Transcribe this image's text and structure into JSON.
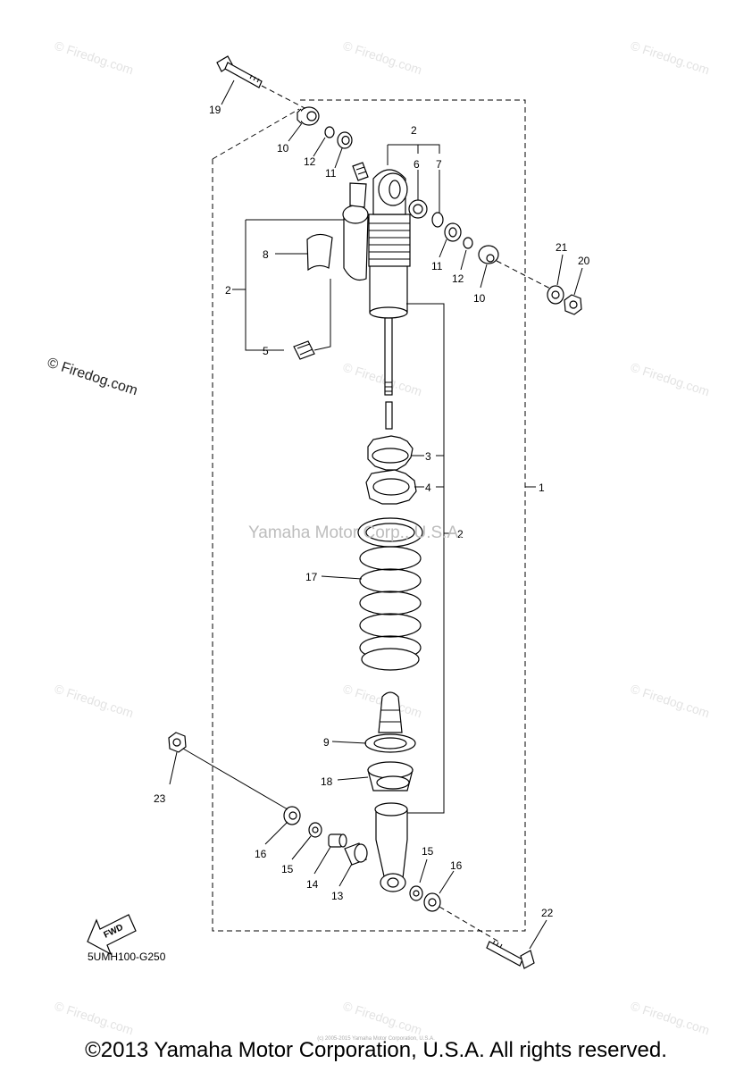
{
  "diagram": {
    "code": "5UMH100-G250",
    "fwd_label": "FWD",
    "center_watermark": "Yamaha Motor Corp., U.S.A.",
    "site_watermark": "© Firedog.com",
    "footer": "©2013 Yamaha Motor Corporation, U.S.A. All rights reserved.",
    "tiny_credit": "(c) 2005-2015 Yamaha Motor Corporation, U.S.A.",
    "callouts": {
      "c1": "1",
      "c2a": "2",
      "c2b": "2",
      "c2c": "2",
      "c3": "3",
      "c4": "4",
      "c5": "5",
      "c6": "6",
      "c7": "7",
      "c8": "8",
      "c9": "9",
      "c10a": "10",
      "c10b": "10",
      "c11a": "11",
      "c11b": "11",
      "c12a": "12",
      "c12b": "12",
      "c13": "13",
      "c14": "14",
      "c15a": "15",
      "c15b": "15",
      "c16a": "16",
      "c16b": "16",
      "c17": "17",
      "c18": "18",
      "c19": "19",
      "c20": "20",
      "c21": "21",
      "c22": "22",
      "c23": "23"
    }
  }
}
